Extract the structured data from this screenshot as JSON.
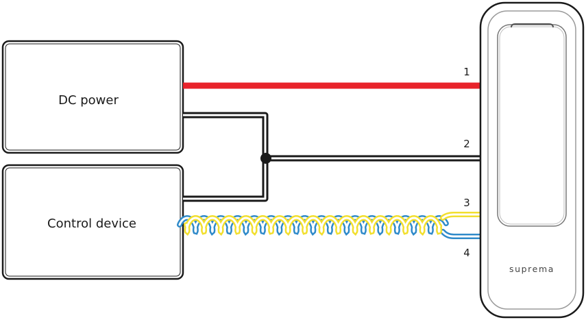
{
  "boxes": {
    "dc_power": "DC power",
    "control_device": "Control device"
  },
  "wires": [
    {
      "number": "1",
      "color": "#e8232b"
    },
    {
      "number": "2",
      "color": "#1a1a1a"
    },
    {
      "number": "3",
      "color": "#f2df2e"
    },
    {
      "number": "4",
      "color": "#2f8ac9"
    }
  ],
  "device": {
    "brand": "suprema",
    "icon": "card-reader-icon"
  }
}
